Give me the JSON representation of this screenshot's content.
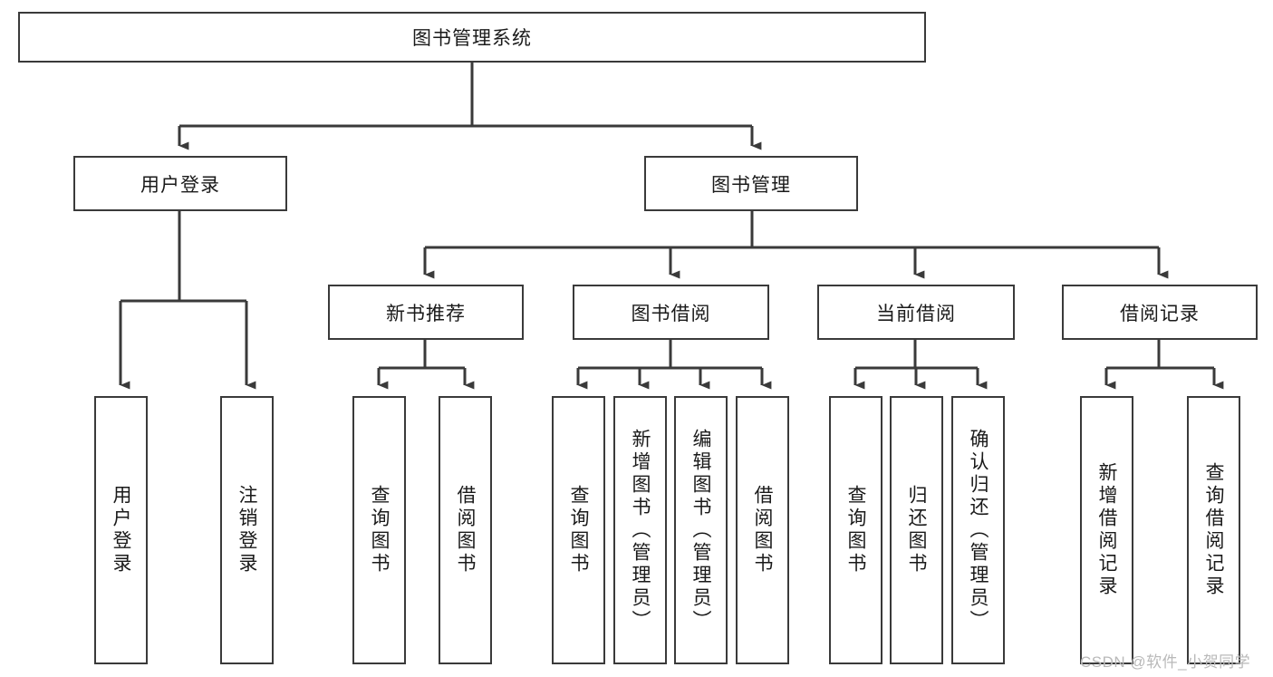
{
  "diagram": {
    "type": "hierarchy-tree",
    "title": "图书管理系统",
    "orientation": "top-down",
    "watermark": "CSDN @软件_小贺同学",
    "colors": {
      "box_border": "#3a3a3a",
      "box_fill": "#ffffff",
      "edge": "#3a3a3a",
      "text": "#1a1a1a",
      "watermark": "#b9b9b9",
      "background": "#ffffff"
    },
    "nodes": {
      "root": {
        "label": "图书管理系统",
        "level": 0
      },
      "user_login": {
        "label": "用户登录",
        "level": 1
      },
      "book_manage": {
        "label": "图书管理",
        "level": 1
      },
      "new_book_rec": {
        "label": "新书推荐",
        "level": 2
      },
      "book_borrow": {
        "label": "图书借阅",
        "level": 2
      },
      "current_borrow": {
        "label": "当前借阅",
        "level": 2
      },
      "borrow_record": {
        "label": "借阅记录",
        "level": 2
      },
      "leaf_user_login": {
        "label": "用户登录",
        "level": 3
      },
      "leaf_logout": {
        "label": "注销登录",
        "level": 3
      },
      "leaf_query_book_1": {
        "label": "查询图书",
        "level": 3
      },
      "leaf_borrow_book_1": {
        "label": "借阅图书",
        "level": 3
      },
      "leaf_query_book_2": {
        "label": "查询图书",
        "level": 3
      },
      "leaf_add_book": {
        "label": "新增图书（管理员）",
        "level": 3
      },
      "leaf_edit_book": {
        "label": "编辑图书（管理员）",
        "level": 3
      },
      "leaf_borrow_book_2": {
        "label": "借阅图书",
        "level": 3
      },
      "leaf_query_book_3": {
        "label": "查询图书",
        "level": 3
      },
      "leaf_return_book": {
        "label": "归还图书",
        "level": 3
      },
      "leaf_confirm_return": {
        "label": "确认归还（管理员）",
        "level": 3
      },
      "leaf_add_record": {
        "label": "新增借阅记录",
        "level": 3
      },
      "leaf_query_record": {
        "label": "查询借阅记录",
        "level": 3
      }
    },
    "edges": [
      {
        "from": "root",
        "to": "user_login"
      },
      {
        "from": "root",
        "to": "book_manage"
      },
      {
        "from": "user_login",
        "to": "leaf_user_login"
      },
      {
        "from": "user_login",
        "to": "leaf_logout"
      },
      {
        "from": "book_manage",
        "to": "new_book_rec"
      },
      {
        "from": "book_manage",
        "to": "book_borrow"
      },
      {
        "from": "book_manage",
        "to": "current_borrow"
      },
      {
        "from": "book_manage",
        "to": "borrow_record"
      },
      {
        "from": "new_book_rec",
        "to": "leaf_query_book_1"
      },
      {
        "from": "new_book_rec",
        "to": "leaf_borrow_book_1"
      },
      {
        "from": "book_borrow",
        "to": "leaf_query_book_2"
      },
      {
        "from": "book_borrow",
        "to": "leaf_add_book"
      },
      {
        "from": "book_borrow",
        "to": "leaf_edit_book"
      },
      {
        "from": "book_borrow",
        "to": "leaf_borrow_book_2"
      },
      {
        "from": "current_borrow",
        "to": "leaf_query_book_3"
      },
      {
        "from": "current_borrow",
        "to": "leaf_return_book"
      },
      {
        "from": "current_borrow",
        "to": "leaf_confirm_return"
      },
      {
        "from": "borrow_record",
        "to": "leaf_add_record"
      },
      {
        "from": "borrow_record",
        "to": "leaf_query_record"
      }
    ]
  }
}
